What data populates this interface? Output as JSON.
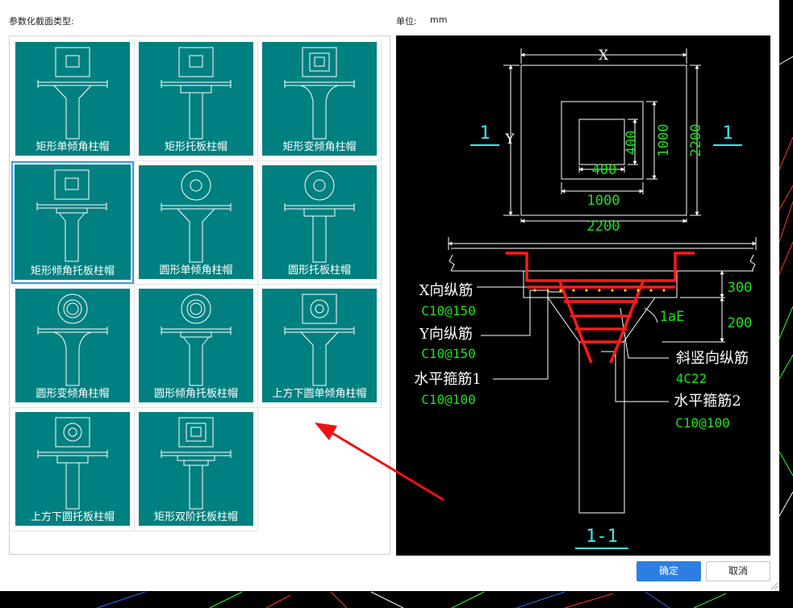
{
  "dialog": {
    "section_label": "参数化截面类型:",
    "unit_label": "单位:",
    "unit_value": "mm",
    "confirm_label": "确定",
    "cancel_label": "取消"
  },
  "column_caps": [
    {
      "label": "矩形单倾角柱帽",
      "top": "rect",
      "body": "taper"
    },
    {
      "label": "矩形托板柱帽",
      "top": "rect",
      "body": "plate"
    },
    {
      "label": "矩形变倾角柱帽",
      "top": "rect2",
      "body": "curve"
    },
    {
      "label": "矩形倾角托板柱帽",
      "top": "rect",
      "body": "taperplate"
    },
    {
      "label": "圆形单倾角柱帽",
      "top": "circle",
      "body": "taper"
    },
    {
      "label": "圆形托板柱帽",
      "top": "circle",
      "body": "plate"
    },
    {
      "label": "圆形变倾角柱帽",
      "top": "circle2",
      "body": "curve"
    },
    {
      "label": "圆形倾角托板柱帽",
      "top": "circle2",
      "body": "taperplate"
    },
    {
      "label": "上方下圆单倾角柱帽",
      "top": "rectcircle",
      "body": "taper"
    },
    {
      "label": "上方下圆托板柱帽",
      "top": "rectcircle",
      "body": "plate"
    },
    {
      "label": "矩形双阶托板柱帽",
      "top": "rect2",
      "body": "doubleplate"
    }
  ],
  "selected_index": 3,
  "drawing": {
    "dim_x": "X",
    "dim_y": "Y",
    "dim_400_h": "400",
    "dim_400_v": "400",
    "dim_1000_h": "1000",
    "dim_1000_v": "1000",
    "dim_2200_h": "2200",
    "dim_2200_v": "2200",
    "section_mark_left": "1",
    "section_mark_right": "1",
    "dim_300": "300",
    "dim_200": "200",
    "anchor_label": "1aE",
    "x_rebar_label": "X向纵筋",
    "x_rebar_value": "C10@150",
    "y_rebar_label": "Y向纵筋",
    "y_rebar_value": "C10@150",
    "hoop1_label": "水平箍筋1",
    "hoop1_value": "C10@100",
    "slant_label": "斜竖向纵筋",
    "slant_value": "4C22",
    "hoop2_label": "水平箍筋2",
    "hoop2_value": "C10@100",
    "section_title": "1-1"
  },
  "colors": {
    "thumb_bg": "#008080",
    "selected_border": "#3d9be9",
    "rebar_red": "#ff1a1a",
    "dim_green": "#19e319",
    "mark_cyan": "#3ee8f0",
    "confirm_blue": "#2d7ee2"
  }
}
